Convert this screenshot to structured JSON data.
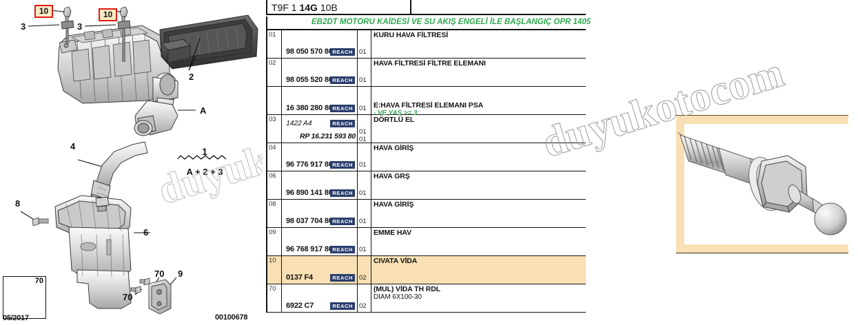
{
  "header": {
    "code_plain_1": "T9F 1 ",
    "code_bold": "14G",
    "code_plain_2": " 10B",
    "note": "EB2DT MOTORU KAİDESİ VE SU AKIŞ ENGELİ İLE BAŞLANGIÇ OPR 1405"
  },
  "rows": [
    {
      "idx": "01",
      "ref": "98 050 570 80",
      "reach": "REACH",
      "qty": "01",
      "title": "KURU HAVA FİLTRESİ",
      "sub": "",
      "highlight": false
    },
    {
      "idx": "02",
      "ref": "98 055 520 80",
      "reach": "REACH",
      "qty": "01",
      "title": "HAVA FİLTRESİ FİLTRE ELEMANI",
      "sub": "",
      "highlight": false
    },
    {
      "idx": "",
      "ref": "16 380 280 80",
      "reach": "REACH",
      "qty": "01",
      "title": "E:HAVA FİLTRESİ ELEMANI PSA",
      "sub": "- VE YAŞ >= 3",
      "sub_green": true,
      "highlight": false
    },
    {
      "idx": "03",
      "ref": "1422 A4",
      "ref_italic": true,
      "reach": "REACH",
      "qty": "01",
      "ref2": "RP 16.231 593 80",
      "qty2": "01",
      "title": "DÖRTLÜ EL",
      "sub": "",
      "highlight": false
    },
    {
      "idx": "04",
      "ref": "96 776 917 80",
      "reach": "REACH",
      "qty": "01",
      "title": "HAVA GİRİŞ",
      "sub": "",
      "highlight": false
    },
    {
      "idx": "06",
      "ref": "96 890 141 80",
      "reach": "REACH",
      "qty": "01",
      "title": "HAVA GRŞ",
      "sub": "",
      "highlight": false
    },
    {
      "idx": "08",
      "ref": "98 037 704 80",
      "reach": "REACH",
      "qty": "01",
      "title": "HAVA GİRİŞ",
      "sub": "",
      "highlight": false
    },
    {
      "idx": "09",
      "ref": "96 768 917 80",
      "reach": "REACH",
      "qty": "01",
      "title": "EMME HAV",
      "sub": "",
      "highlight": false
    },
    {
      "idx": "10",
      "ref": "0137 F4",
      "reach": "REACH",
      "qty": "02",
      "title": "CIVATA VİDA",
      "sub": "",
      "highlight": true
    },
    {
      "idx": "70",
      "ref": "6922 C7",
      "reach": "REACH",
      "qty": "02",
      "title": "(MUL) VİDA TH RDL",
      "sub": "DIAM 6X100-30",
      "highlight": false
    }
  ],
  "diagram": {
    "callouts": [
      {
        "label": "10",
        "boxed": true
      },
      {
        "label": "10",
        "boxed": true
      }
    ],
    "numbers": [
      "3",
      "3",
      "2",
      "A",
      "4",
      "8",
      "6",
      "9",
      "70",
      "70",
      "70"
    ],
    "group_number": "1",
    "group_formula": "A + 2 + 3",
    "inset_label": "70",
    "date_code": "05/2017",
    "drawing_number": "00100678",
    "watermark": "duyukotocom",
    "watermark_left": "duyuk"
  },
  "colors": {
    "highlight": "#f8e0b4",
    "callout_border": "#e01b13",
    "reach_badge": "#2b3e6b",
    "note_green": "#2ea84f",
    "line": "#111111"
  }
}
